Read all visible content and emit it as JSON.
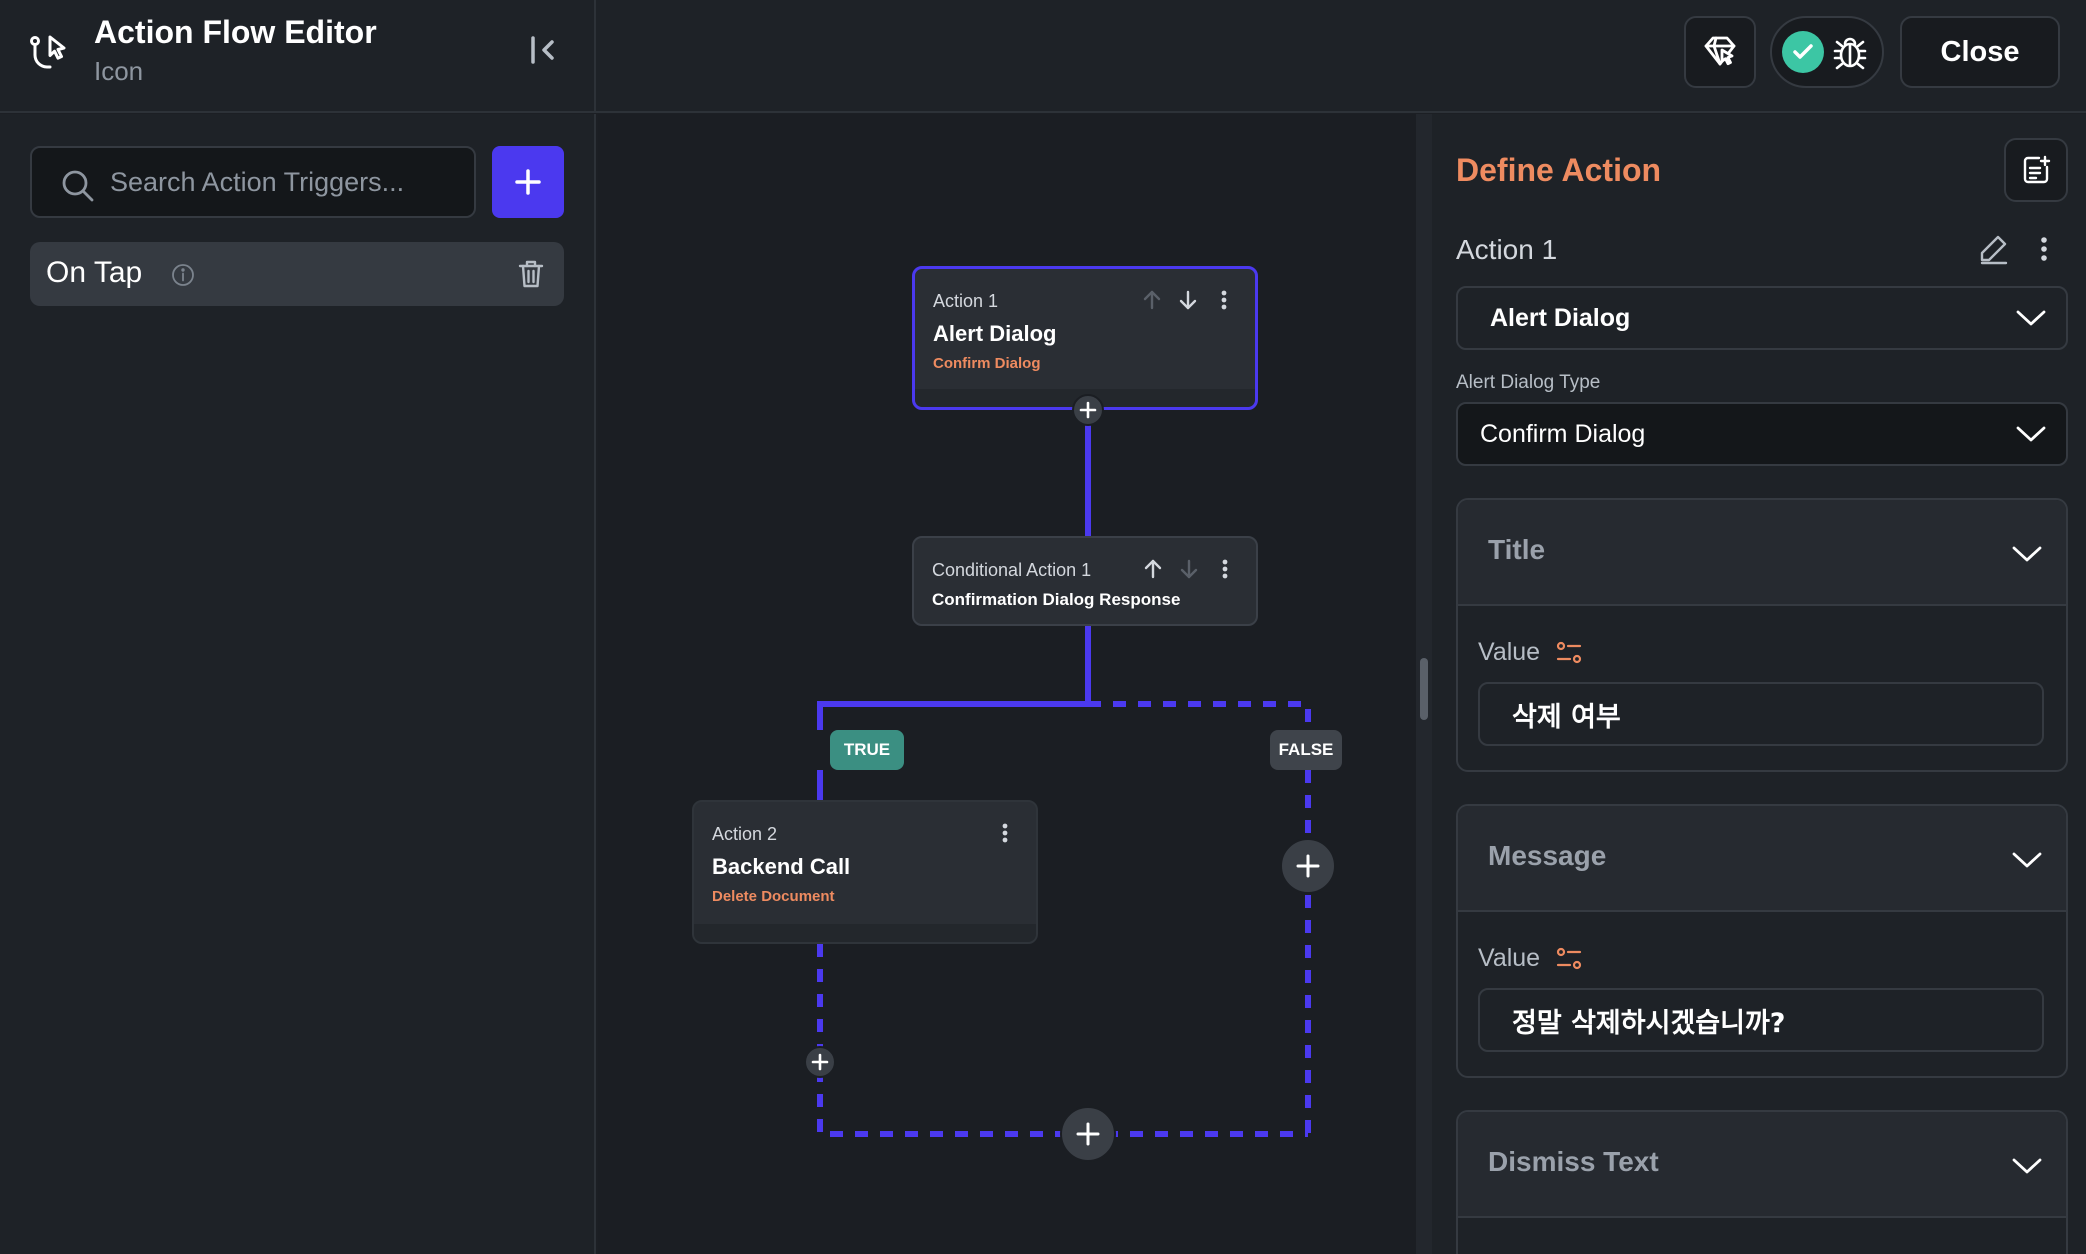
{
  "header": {
    "title": "Action Flow Editor",
    "subtitle": "Icon",
    "close_label": "Close"
  },
  "triggers": {
    "search_placeholder": "Search Action Triggers...",
    "items": [
      {
        "label": "On Tap"
      }
    ]
  },
  "flow": {
    "nodes": [
      {
        "kicker": "Action 1",
        "title": "Alert Dialog",
        "subtitle": "Confirm Dialog"
      },
      {
        "kicker": "Conditional Action 1",
        "title": "Confirmation Dialog Response"
      },
      {
        "kicker": "Action 2",
        "title": "Backend Call",
        "subtitle": "Delete Document"
      }
    ],
    "branches": {
      "true_label": "TRUE",
      "false_label": "FALSE"
    }
  },
  "define": {
    "heading": "Define Action",
    "action_name": "Action 1",
    "action_type": "Alert Dialog",
    "dialog_type_label": "Alert Dialog Type",
    "dialog_type": "Confirm Dialog",
    "sections": [
      {
        "title": "Title",
        "value_label": "Value",
        "value": "삭제 여부"
      },
      {
        "title": "Message",
        "value_label": "Value",
        "value": "정말 삭제하시겠습니까?"
      },
      {
        "title": "Dismiss Text"
      }
    ]
  },
  "colors": {
    "accent": "#4b39ef",
    "secondary": "#ee8b60",
    "success": "#3cc6a4",
    "true_badge": "#3b8f82"
  }
}
